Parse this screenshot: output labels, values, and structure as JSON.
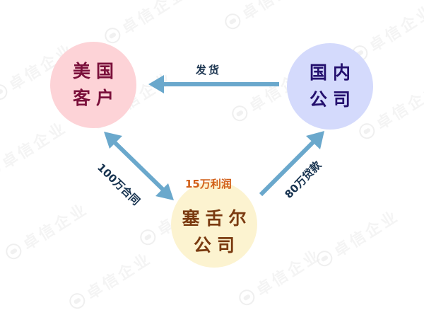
{
  "watermark": {
    "text": "卓信企业",
    "icon": "globe-icon",
    "color": "#e6e6e6"
  },
  "nodes": {
    "us_customer": {
      "line1": "美国",
      "line2": "客户",
      "fill": "#fdd3d7",
      "text_color": "#7a0f3a"
    },
    "domestic_company": {
      "line1": "国内",
      "line2": "公司",
      "fill": "#d4dafc",
      "text_color": "#24106e"
    },
    "seychelles_company": {
      "line1": "塞舌尔",
      "line2": "公司",
      "fill": "#fcf3d0",
      "text_color": "#7a3a10"
    }
  },
  "edges": {
    "shipping": {
      "label": "发货",
      "from": "domestic_company",
      "to": "us_customer",
      "direction": "single"
    },
    "contract": {
      "label": "100万合同",
      "between": [
        "us_customer",
        "seychelles_company"
      ],
      "direction": "double"
    },
    "loan": {
      "label": "80万贷款",
      "from": "seychelles_company",
      "to": "domestic_company",
      "direction": "single"
    }
  },
  "annotations": {
    "profit": {
      "label": "15万利润",
      "color": "#d2601a"
    }
  },
  "colors": {
    "arrow": "#6aa8cc",
    "edge_label": "#16324f"
  }
}
